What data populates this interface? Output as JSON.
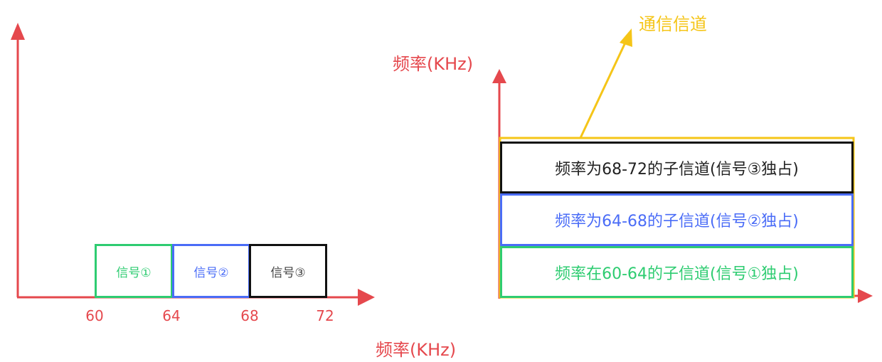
{
  "colors": {
    "axis": "#e5484d",
    "signal1": "#2ecc71",
    "signal2": "#4a6cf7",
    "signal3": "#111111",
    "channel": "#f5c518"
  },
  "left_diagram": {
    "x_axis_title": "频率(KHz)",
    "ticks": [
      "60",
      "64",
      "68",
      "72"
    ],
    "signals": [
      {
        "label": "信号①",
        "color": "#2ecc71"
      },
      {
        "label": "信号②",
        "color": "#4a6cf7"
      },
      {
        "label": "信号③",
        "color": "#111111"
      }
    ]
  },
  "right_diagram": {
    "y_axis_title": "频率(KHz)",
    "channel_label": "通信信道",
    "subchannels": [
      {
        "label": "频率为68-72的子信道(信号③独占)",
        "color": "#111111"
      },
      {
        "label": "频率为64-68的子信道(信号②独占)",
        "color": "#4a6cf7"
      },
      {
        "label": "频率在60-64的子信道(信号①独占)",
        "color": "#2ecc71"
      }
    ]
  }
}
